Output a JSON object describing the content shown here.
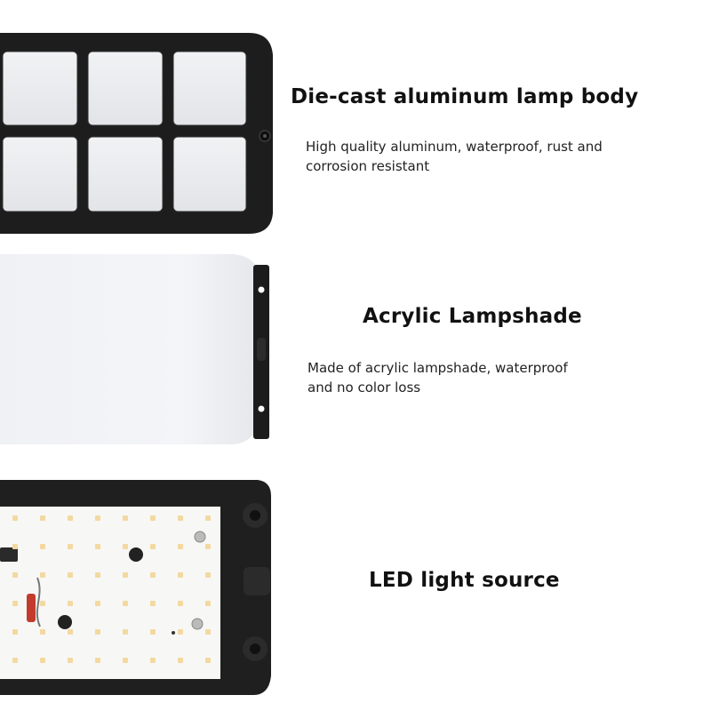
{
  "sections": [
    {
      "title": "Die-cast aluminum lamp body",
      "desc_lines": [
        "High quality aluminum, waterproof, rust and",
        "corrosion resistant"
      ],
      "image": "lamp-body-image"
    },
    {
      "title": "Acrylic Lampshade",
      "desc_lines": [
        "Made of acrylic lampshade, waterproof",
        "and no color loss"
      ],
      "image": "lampshade-image"
    },
    {
      "title": "LED light source",
      "desc_lines": [],
      "image": "led-board-image"
    }
  ],
  "colors": {
    "frame": "#1c1c1c",
    "panel": "#ecedef",
    "shade": "#f2f3f6",
    "pcb": "#f7f7f5",
    "led": "#f3d9a0"
  }
}
